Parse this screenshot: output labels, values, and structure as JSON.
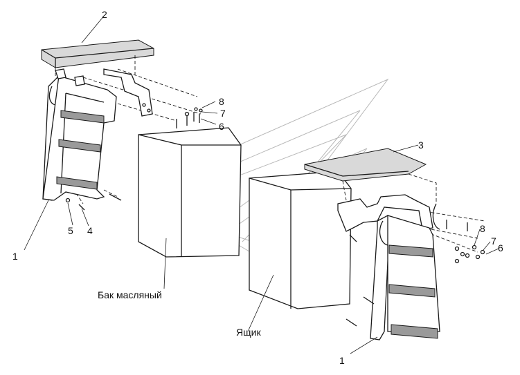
{
  "callouts": {
    "c1_left": "1",
    "c1_right": "1",
    "c2": "2",
    "c3": "3",
    "c4": "4",
    "c5": "5",
    "c6_top": "6",
    "c7_top": "7",
    "c8_top": "8",
    "c6_right": "6",
    "c7_right": "7",
    "c8_right": "8"
  },
  "labels": {
    "oil_tank": "Бак масляный",
    "box": "Ящик"
  }
}
